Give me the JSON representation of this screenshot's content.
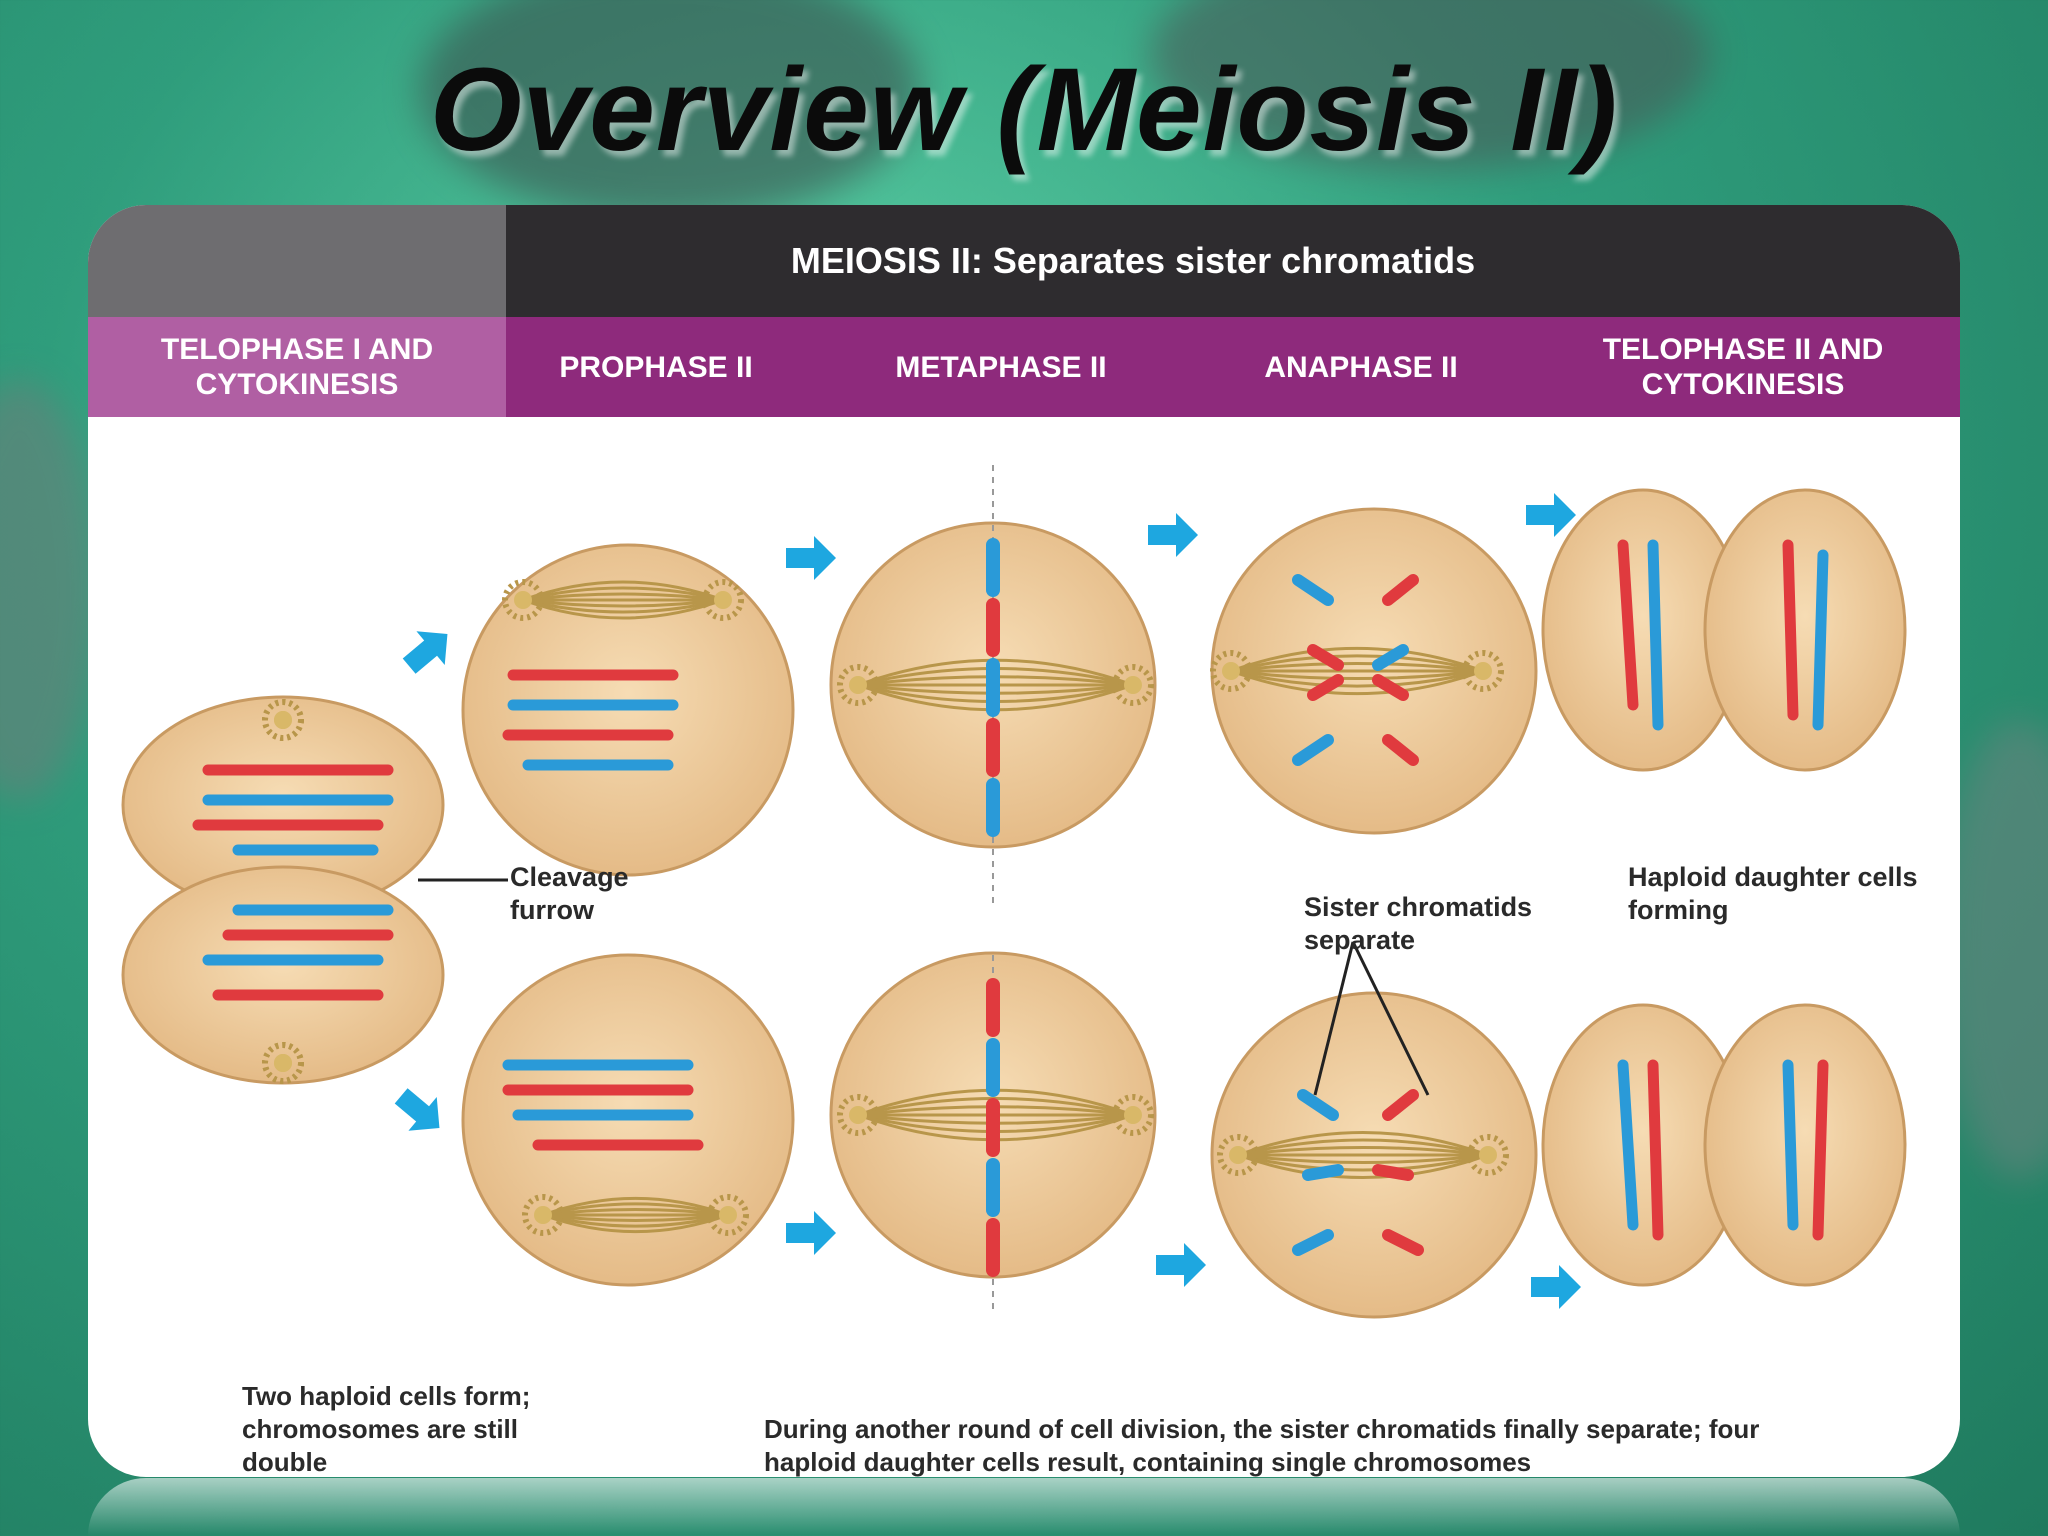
{
  "slide": {
    "title": "Overview (Meiosis II)"
  },
  "figure": {
    "header": "MEIOSIS II: Separates sister chromatids",
    "phases": [
      "TELOPHASE I AND CYTOKINESIS",
      "PROPHASE II",
      "METAPHASE II",
      "ANAPHASE II",
      "TELOPHASE II AND CYTOKINESIS"
    ],
    "labels": {
      "cleavage_furrow": "Cleavage furrow",
      "sister_chromatids": "Sister chromatids separate",
      "haploid_forming": "Haploid daughter cells forming"
    },
    "captions": {
      "left": "Two haploid cells form; chromosomes are still double",
      "bottom": "During another round of cell division, the sister chromatids finally separate; four haploid daughter cells result, containing single chromosomes"
    },
    "colors": {
      "cell": "#f0cfa0",
      "spindle": "#b8964a",
      "chromosome_red": "#e03a3e",
      "chromosome_blue": "#2a9ad8",
      "arrow": "#1ea7e0",
      "header_dark": "#2e2c2f",
      "phase_purple": "#8e2a7c"
    }
  }
}
